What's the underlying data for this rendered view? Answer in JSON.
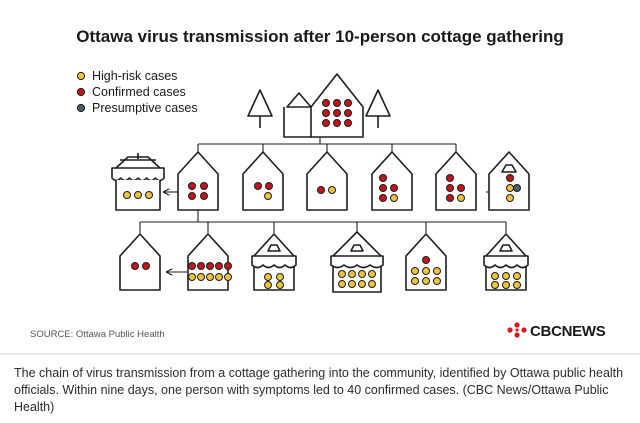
{
  "title": "Ottawa virus transmission after 10-person cottage gathering",
  "legend": [
    {
      "label": "High-risk cases",
      "color": "#f0c33c"
    },
    {
      "label": "Confirmed cases",
      "color": "#c0161b"
    },
    {
      "label": "Presumptive cases",
      "color": "#4d5e6b"
    }
  ],
  "colors": {
    "confirmed": "#c0161b",
    "high_risk": "#f0c33c",
    "presumptive": "#4d5e6b",
    "outline": "#1e1e1e",
    "divider": "#cccccc"
  },
  "source": "SOURCE: Ottawa Public Health",
  "logo": {
    "text": "CBCNEWS",
    "brand_color": "#d71920"
  },
  "caption": "The chain of virus transmission from a cottage gathering into the community, identified by Ottawa public health officials. Within nine days, one person with symptoms led to 40 confirmed cases. (CBC News/Ottawa Public Health)",
  "nodes": [
    {
      "id": "cottage",
      "kind": "cottage",
      "cases": [
        "confirmed",
        "confirmed",
        "confirmed",
        "confirmed",
        "confirmed",
        "confirmed",
        "confirmed",
        "confirmed",
        "confirmed"
      ]
    },
    {
      "id": "r1-store",
      "kind": "store",
      "cases": [
        "high_risk",
        "high_risk",
        "high_risk"
      ]
    },
    {
      "id": "r1-house-1",
      "kind": "house",
      "cases": [
        "confirmed",
        "confirmed",
        "confirmed",
        "confirmed"
      ]
    },
    {
      "id": "r1-house-2",
      "kind": "house",
      "cases": [
        "confirmed",
        "confirmed",
        "high_risk"
      ]
    },
    {
      "id": "r1-house-3",
      "kind": "house",
      "cases": [
        "confirmed",
        "high_risk"
      ]
    },
    {
      "id": "r1-house-4",
      "kind": "house",
      "cases": [
        "confirmed",
        "confirmed",
        "confirmed",
        "confirmed",
        "high_risk"
      ]
    },
    {
      "id": "r1-house-5",
      "kind": "house",
      "cases": [
        "confirmed",
        "confirmed",
        "confirmed",
        "confirmed",
        "high_risk"
      ]
    },
    {
      "id": "r1-house-6",
      "kind": "house-store",
      "cases": [
        "confirmed",
        "high_risk",
        "presumptive",
        "high_risk"
      ]
    },
    {
      "id": "r2-house-1",
      "kind": "house",
      "cases": [
        "confirmed",
        "confirmed"
      ]
    },
    {
      "id": "r2-house-2",
      "kind": "house",
      "cases": [
        "confirmed",
        "confirmed",
        "confirmed",
        "confirmed",
        "confirmed",
        "high_risk",
        "high_risk",
        "high_risk",
        "high_risk",
        "high_risk"
      ]
    },
    {
      "id": "r2-store-1",
      "kind": "house-store",
      "cases": [
        "high_risk",
        "high_risk",
        "high_risk",
        "high_risk"
      ]
    },
    {
      "id": "r2-store-2",
      "kind": "house-store",
      "cases": [
        "high_risk",
        "high_risk",
        "high_risk",
        "high_risk",
        "high_risk",
        "high_risk",
        "high_risk",
        "high_risk"
      ]
    },
    {
      "id": "r2-house-3",
      "kind": "house",
      "cases": [
        "confirmed",
        "high_risk",
        "high_risk",
        "high_risk",
        "high_risk",
        "high_risk",
        "high_risk"
      ]
    },
    {
      "id": "r2-store-3",
      "kind": "house-store",
      "cases": [
        "high_risk",
        "high_risk",
        "high_risk",
        "high_risk",
        "high_risk",
        "high_risk"
      ]
    }
  ],
  "edges": [
    {
      "from": "cottage",
      "to": [
        "r1-house-1",
        "r1-house-2",
        "r1-house-3",
        "r1-house-4",
        "r1-house-5"
      ]
    },
    {
      "from": "r1-house-1",
      "to": [
        "r1-store"
      ]
    },
    {
      "from": "r1-house-5",
      "to": [
        "r1-house-6"
      ]
    },
    {
      "from": "r1-house-1",
      "to": [
        "r2-house-2",
        "r2-store-1",
        "r2-store-2",
        "r2-house-3",
        "r2-store-3"
      ]
    },
    {
      "from": "r2-house-2",
      "to": [
        "r2-house-1"
      ]
    }
  ]
}
